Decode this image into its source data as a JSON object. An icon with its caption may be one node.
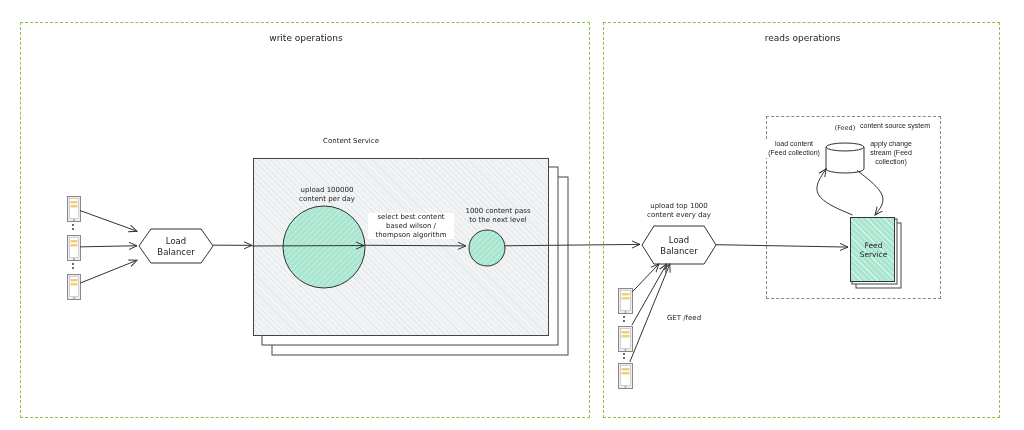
{
  "diagram": {
    "nodes": [
      {
        "text": [
          "write operations"
        ]
      },
      {
        "text": [
          "reads operations"
        ]
      },
      {
        "text": [
          "Content Service"
        ],
        "in": 0
      },
      {
        "text": [],
        "shape": "server",
        "in": 0
      },
      {
        "text": [],
        "shape": "server",
        "in": 0
      },
      {
        "text": [],
        "shape": "server",
        "in": 0
      },
      {
        "text": [
          "Load Balancer"
        ],
        "in": 0
      },
      {
        "text": [],
        "shape": "circle",
        "in": 2,
        "beside": [
          "upload 100000 content per day"
        ]
      },
      {
        "text": [],
        "shape": "circle",
        "in": 2,
        "beside": [
          "1000 content pass to the next level"
        ]
      },
      {
        "text": [
          "Load Balancer"
        ],
        "in": 1,
        "beside": [
          "upload top 1000 content every day"
        ]
      },
      {
        "text": [],
        "shape": "server",
        "in": 1
      },
      {
        "text": [],
        "shape": "server",
        "in": 1
      },
      {
        "text": [],
        "shape": "server",
        "in": 1
      },
      {
        "text": [
          "content source system"
        ],
        "in": 1
      },
      {
        "text": [
          "(Feed)"
        ],
        "in": 13
      },
      {
        "text": [
          "Feed Service"
        ],
        "in": 13
      }
    ],
    "edges": [
      {
        "from": 3,
        "to": 6,
        "arrow": "to"
      },
      {
        "from": 4,
        "to": 6,
        "arrow": "to"
      },
      {
        "from": 5,
        "to": 6,
        "arrow": "to"
      },
      {
        "from": 6,
        "to": 2,
        "arrow": "to"
      },
      {
        "from": 2,
        "to": 7,
        "arrow": "to"
      },
      {
        "from": 7,
        "to": 8,
        "arrow": "to",
        "label": "select best content based wilson / thompson algorithm"
      },
      {
        "from": 8,
        "to": 9,
        "arrow": "to"
      },
      {
        "from": 10,
        "to": 9,
        "arrow": "to"
      },
      {
        "from": 11,
        "to": 9,
        "arrow": "to"
      },
      {
        "from": 12,
        "to": 9,
        "arrow": "to"
      },
      {
        "from": 9,
        "to": 15,
        "arrow": "to"
      },
      {
        "from": 15,
        "to": 14,
        "arrow": "to",
        "label": "load content (Feed collection)"
      },
      {
        "from": 14,
        "to": 15,
        "arrow": "to",
        "label": "apply change stream (Feed collection)"
      }
    ],
    "labels": [
      "GET /feed"
    ]
  }
}
